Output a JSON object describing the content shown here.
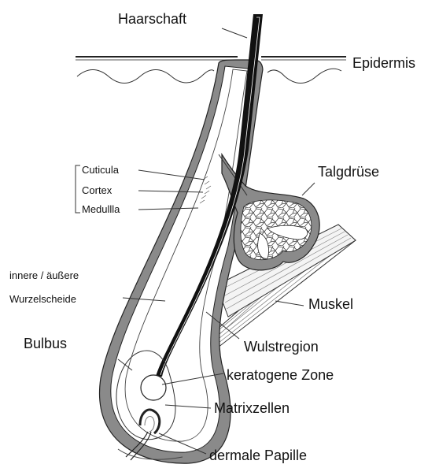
{
  "labels": {
    "haarschaft": "Haarschaft",
    "epidermis": "Epidermis",
    "cuticula": "Cuticula",
    "cortex": "Cortex",
    "medulla": "Medullla",
    "talgdruese": "Talgdrüse",
    "wurzelscheide_1": "innere / äußere",
    "wurzelscheide_2": "Wurzelscheide",
    "muskel": "Muskel",
    "bulbus": "Bulbus",
    "wulstregion": "Wulstregion",
    "keratogene_zone": "keratogene Zone",
    "matrixzellen": "Matrixzellen",
    "dermale_papille": "dermale Papille"
  },
  "colors": {
    "ink": "#111111",
    "sheath_gray": "#8a8a8a",
    "light_gray": "#cfcfcf"
  }
}
